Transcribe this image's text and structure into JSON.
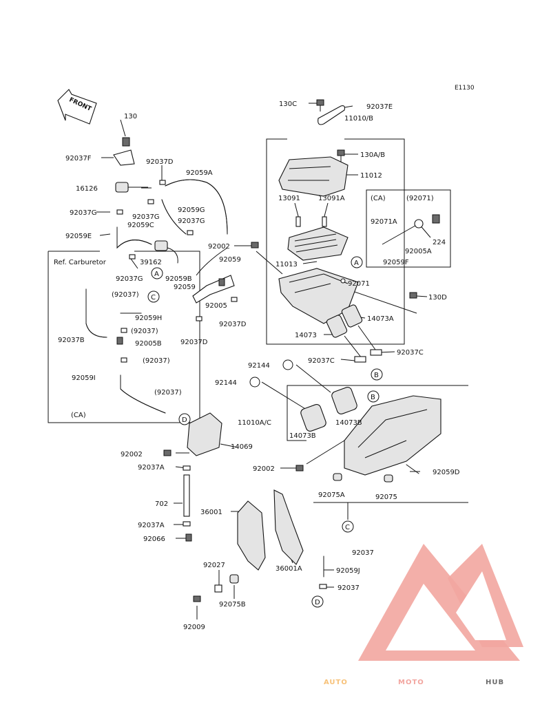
{
  "diagram_code": "E1130",
  "front_label": "FRONT",
  "ref_label": "Ref. Carburetor",
  "ca_label": "(CA)",
  "watermark": {
    "auto": "AUTO",
    "moto": "MOTO",
    "hub": "HUB",
    "color_accent": "#f2a6a0",
    "color_orange": "#f7c27a",
    "color_gray": "#6b6b6b"
  },
  "circles": {
    "a": "A",
    "b": "B",
    "c": "C",
    "d": "D"
  },
  "parts": {
    "p130c": "130C",
    "p92037e": "92037E",
    "p11010b": "11010/B",
    "p130ab": "130A/B",
    "p11012": "11012",
    "p13091": "13091",
    "p13091a": "13091A",
    "p92071": "(92071)",
    "p92071a": "92071A",
    "p224": "224",
    "p92005a": "92005A",
    "p92059f": "92059F",
    "p92002a": "92002",
    "p92059a2": "92059",
    "p11013": "11013",
    "p92071b": "92071",
    "p130d": "130D",
    "p14073a": "14073A",
    "p14073": "14073",
    "p92037c1": "92037C",
    "p92037c2": "92037C",
    "p130": "130",
    "p92037f": "92037F",
    "p92037d1": "92037D",
    "p92059a": "92059A",
    "p16126": "16126",
    "p92037g1": "92037G",
    "p92059g": "92059G",
    "p92037g2": "92037G",
    "p92037g3": "92037G",
    "p92059c": "92059C",
    "p92059e": "92059E",
    "p39162": "39162",
    "p92037g4": "92037G",
    "p92059b": "92059B",
    "p92059b2": "92059",
    "p92005": "92005",
    "p92037d2": "92037D",
    "p92037d3": "92037D",
    "p92037p1": "(92037)",
    "p92059h": "92059H",
    "p92037p2": "(92037)",
    "p92005b": "92005B",
    "p92037b": "92037B",
    "p92037p3": "(92037)",
    "p92059i": "92059I",
    "p92037p4": "(92037)",
    "p92144a": "92144",
    "p92144b": "92144",
    "p11010ac": "11010A/C",
    "p14073b1": "14073B",
    "p14073b2": "14073B",
    "p14069": "14069",
    "p92002b": "92002",
    "p92037a1": "92037A",
    "p92002c": "92002",
    "p92059d": "92059D",
    "p92075a": "92075A",
    "p92075": "92075",
    "p702": "702",
    "p92037a2": "92037A",
    "p92066": "92066",
    "p36001": "36001",
    "p36001a": "36001A",
    "p92037x": "92037",
    "p92059j": "92059J",
    "p92037y": "92037",
    "p92027": "92027",
    "p92075b": "92075B",
    "p92009": "92009"
  }
}
